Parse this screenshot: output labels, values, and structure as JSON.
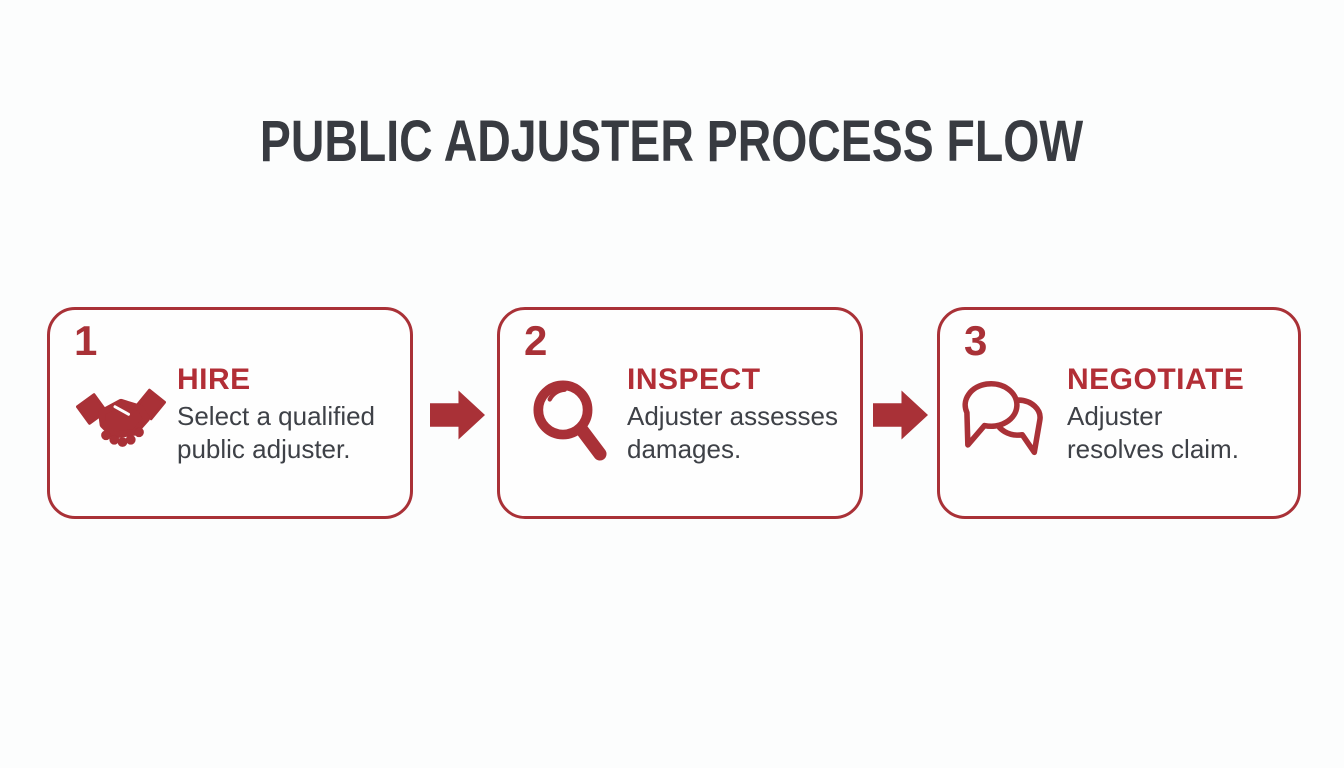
{
  "page": {
    "title": "PUBLIC ADJUSTER PROCESS FLOW"
  },
  "colors": {
    "accent": "#a93137",
    "title-red": "#b22e36",
    "heading-dark": "#383b41",
    "body-text": "#3e4147",
    "background": "#fcfdfd"
  },
  "steps": [
    {
      "number": "1",
      "icon": "handshake-icon",
      "title": "HIRE",
      "description": "Select a qualified public adjuster.",
      "description_lines": [
        "Select a qualified",
        "public adjuster."
      ]
    },
    {
      "number": "2",
      "icon": "magnifier-icon",
      "title": "INSPECT",
      "description": "Adjuster assesses damages.",
      "description_lines": [
        "Adjuster assesses",
        "damages."
      ]
    },
    {
      "number": "3",
      "icon": "speech-bubbles-icon",
      "title": "NEGOTIATE",
      "description": "Adjuster resolves claim.",
      "description_lines": [
        "Adjuster",
        "resolves claim."
      ]
    }
  ],
  "connectors": [
    {
      "type": "arrow-right"
    },
    {
      "type": "arrow-right"
    }
  ]
}
